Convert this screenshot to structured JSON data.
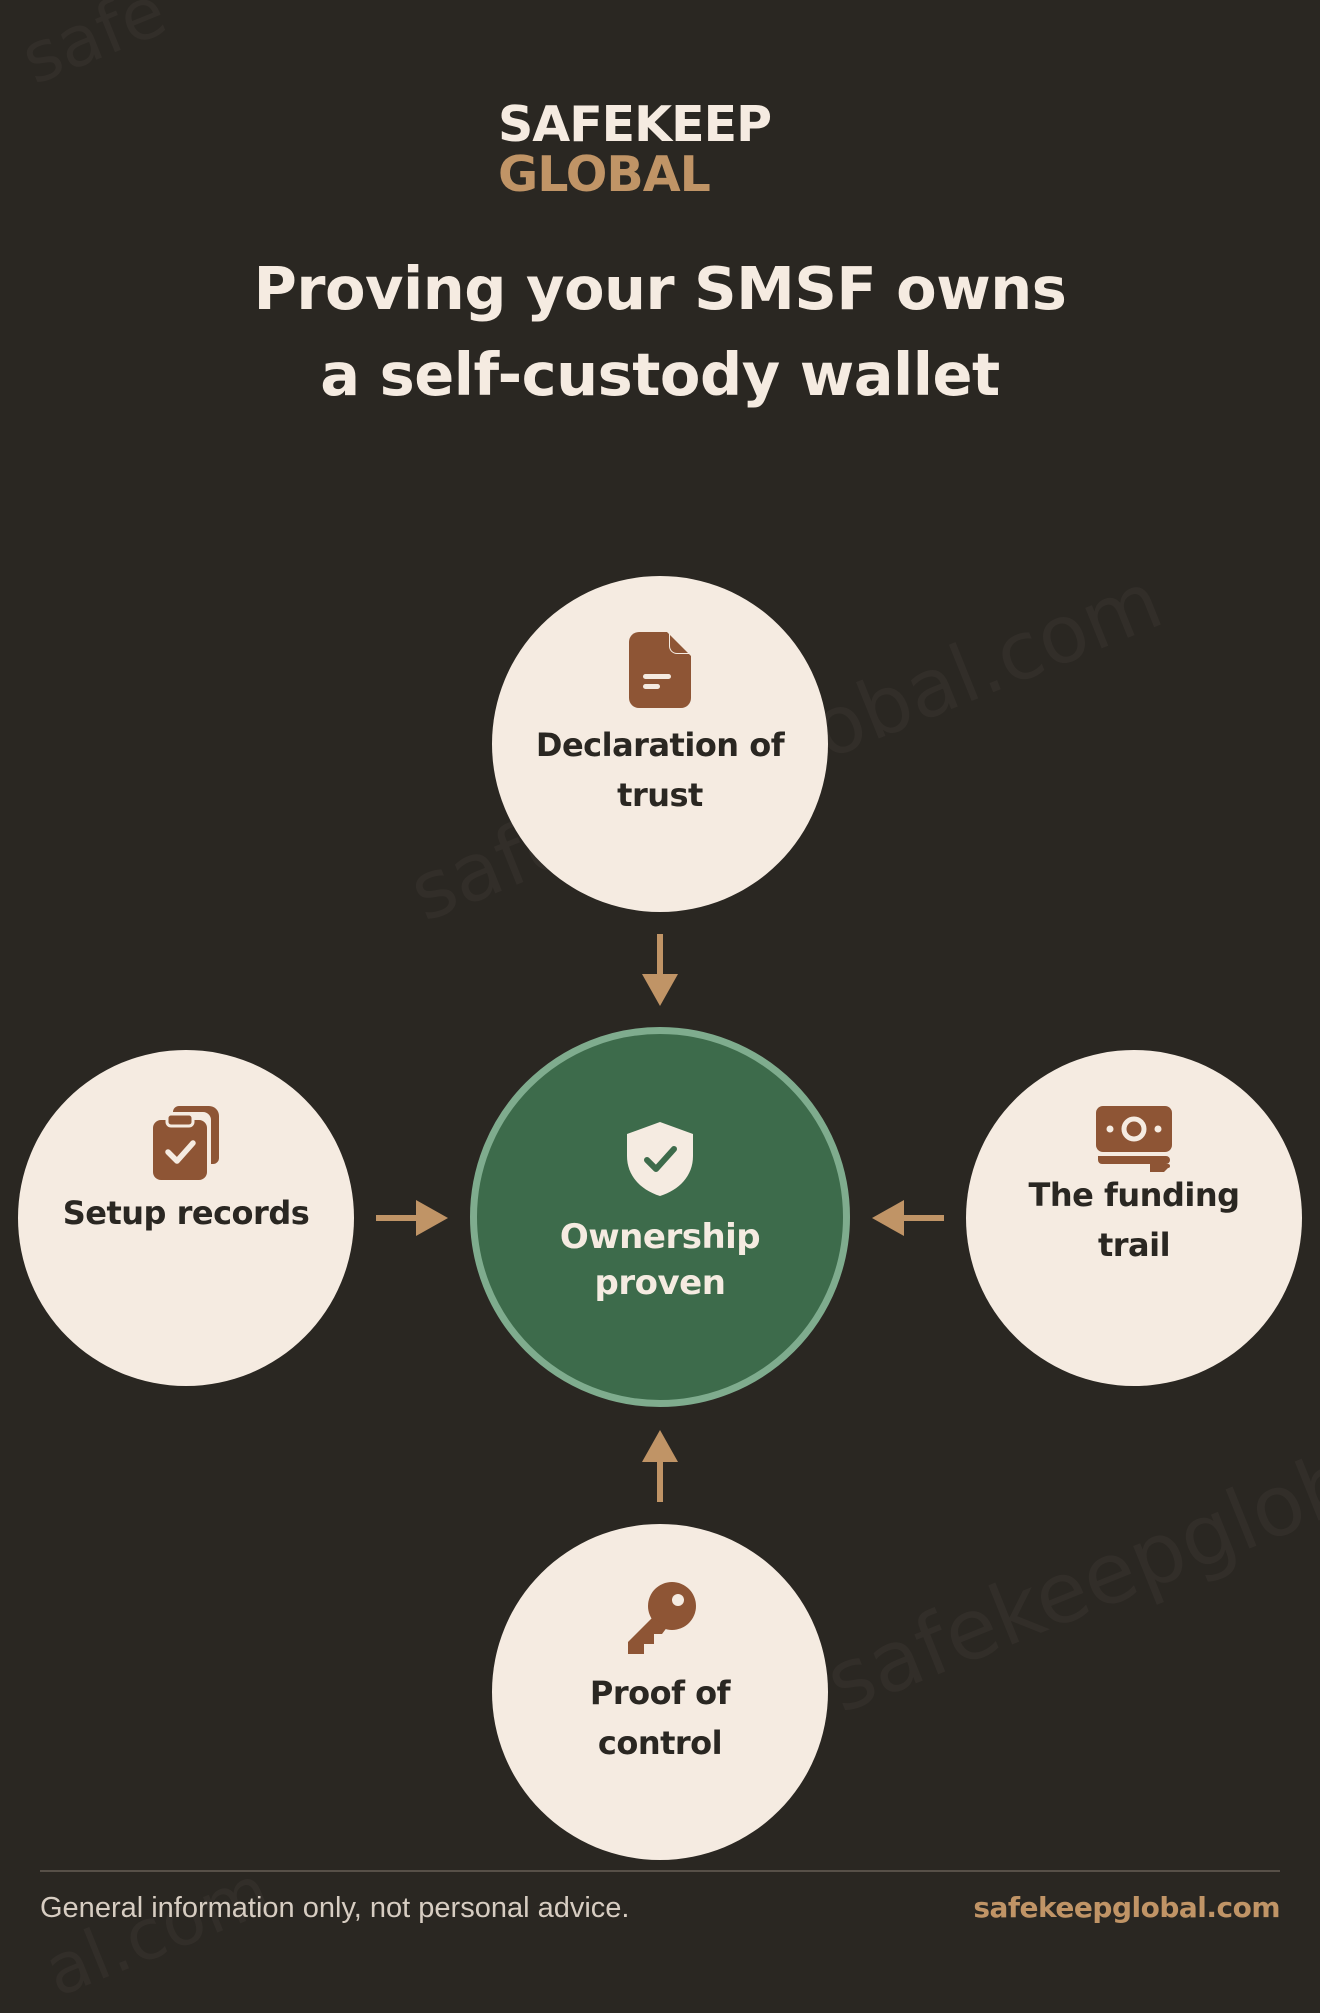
{
  "watermark": {
    "text_1": "safe",
    "text_2": "safekeepglobal.com",
    "text_3": "safekeepglobal.com",
    "text_4": "al.com"
  },
  "logo": {
    "line1": "SAFEKEEP",
    "line2": "GLOBAL"
  },
  "title": {
    "line1": "Proving your SMSF owns",
    "line2": "a self-custody wallet"
  },
  "diagram": {
    "center": {
      "label_line1": "Ownership",
      "label_line2": "proven",
      "icon": "shield-check-icon"
    },
    "nodes": [
      {
        "position": "top",
        "label_line1": "Declaration of",
        "label_line2": "trust",
        "icon": "document-icon"
      },
      {
        "position": "left",
        "label_line1": "Setup records",
        "label_line2": "",
        "icon": "clipboard-check-icon"
      },
      {
        "position": "right",
        "label_line1": "The funding",
        "label_line2": "trail",
        "icon": "banknote-icon"
      },
      {
        "position": "bottom",
        "label_line1": "Proof of",
        "label_line2": "control",
        "icon": "key-icon"
      }
    ]
  },
  "footer": {
    "disclaimer": "General information only, not personal advice.",
    "website": "safekeepglobal.com"
  },
  "colors": {
    "background": "#2a2722",
    "node_fill": "#f5ebe1",
    "accent": "#c09466",
    "icon_brown": "#8e5535",
    "center_fill": "#3d6b4b",
    "center_ring": "#7fac8e"
  }
}
